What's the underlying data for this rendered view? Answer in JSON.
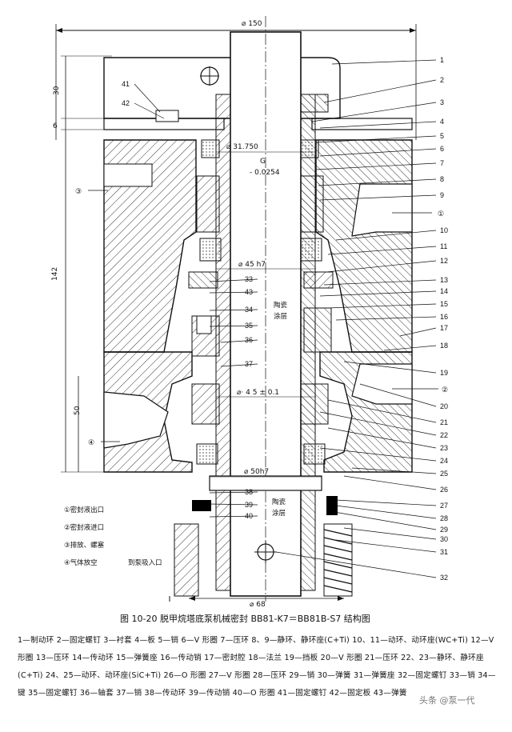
{
  "dimensions": {
    "top_width": "⌀ 150",
    "bottom_width": "⌀ 68",
    "left_30": "30",
    "left_6": "6",
    "left_142": "142",
    "left_50": "50",
    "shaft_dia_1": "⌀ 31.750",
    "tol_g": "G",
    "tol_minus": "- 0.0254",
    "dia_45": "⌀ 45 h7",
    "dia_45_01": "⌀· 4 5 ± 0.1",
    "dia_50": "⌀ 50h7"
  },
  "coating_labels": [
    "陶瓷",
    "涂层",
    "陶瓷",
    "涂层"
  ],
  "port_marks": [
    "①",
    "②",
    "③",
    "④"
  ],
  "left_legend": [
    "①密封液出口",
    "②密封液进口",
    "③排放、螺塞",
    "④气体放空",
    "到泵吸入口"
  ],
  "right_callouts": [
    "1",
    "2",
    "3",
    "4",
    "5",
    "6",
    "7",
    "8",
    "9",
    "10",
    "11",
    "12",
    "13",
    "14",
    "15",
    "16",
    "17",
    "18",
    "19",
    "20",
    "21",
    "22",
    "23",
    "24",
    "25",
    "26",
    "27",
    "28",
    "29",
    "30",
    "31",
    "32"
  ],
  "left_callouts": [
    "41",
    "42",
    "33",
    "43",
    "34",
    "35",
    "36",
    "37",
    "38",
    "39",
    "40"
  ],
  "caption": {
    "title": "图 10-20   脱甲烷塔底泵机械密封 BB81-K7＝BB81B-S7 结构图",
    "body": "1—制动环  2—固定螺钉  3—衬套  4—板  5—销  6—V 形圈  7—压环  8、9—静环、静环座(C+Ti)  10、11—动环、动环座(WC+Ti)  12—V 形圈  13—压环  14—传动环  15—弹簧座  16—传动销  17—密封腔  18—法兰  19—挡板  20—V 形圈  21—压环  22、23—静环、静环座(C+Ti)  24、25—动环、动环座(SiC+Ti)  26—O 形圈  27—V 形圈  28—压环  29—销  30—弹簧  31—弹簧座  32—固定螺钉  33—销  34—键  35—固定螺钉  36—轴套  37—销  38—传动环  39—传动销  40—O 形圈  41—固定螺钉  42—固定板  43—弹簧"
  },
  "watermark": "头条 @泵一代"
}
